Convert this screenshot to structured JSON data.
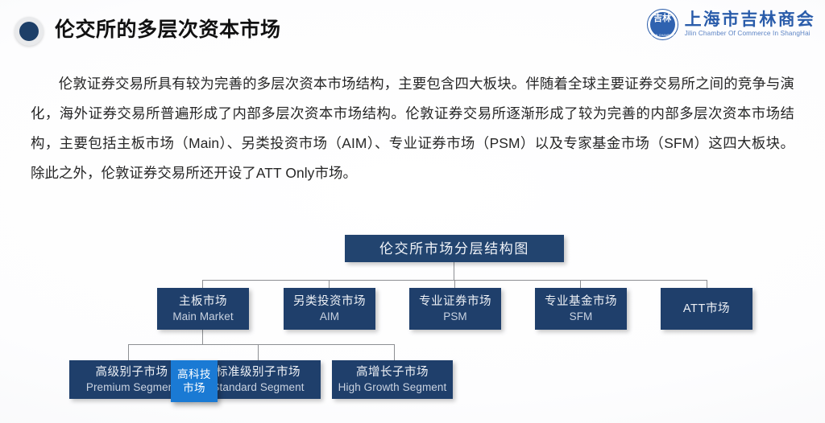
{
  "header": {
    "title": "伦交所的多层次资本市场",
    "bullet_icon": "filled-circle-icon"
  },
  "logo": {
    "seal_glyph": "吉林",
    "seal_sub": "JILIN CHAMBER",
    "name_cn": "上海市吉林商会",
    "name_en": "Jilin Chamber Of Commerce In ShangHai",
    "color": "#2a5caa"
  },
  "body": {
    "paragraph": "伦敦证券交易所具有较为完善的多层次资本市场结构，主要包含四大板块。伴随着全球主要证券交易所之间的竞争与演化，海外证券交易所普遍形成了内部多层次资本市场结构。伦敦证券交易所逐渐形成了较为完善的内部多层次资本市场结构，主要包括主板市场（Main）、另类投资市场（AIM）、专业证券市场（PSM）以及专家基金市场（SFM）这四大板块。除此之外，伦敦证券交易所还开设了ATT Only市场。"
  },
  "diagram": {
    "root": {
      "cn": "伦交所市场分层结构图"
    },
    "level2": [
      {
        "cn": "主板市场",
        "en": "Main Market"
      },
      {
        "cn": "另类投资市场",
        "en": "AIM"
      },
      {
        "cn": "专业证券市场",
        "en": "PSM"
      },
      {
        "cn": "专业基金市场",
        "en": "SFM"
      },
      {
        "cn": "ATT市场",
        "en": ""
      }
    ],
    "level3": [
      {
        "cn": "高级别子市场",
        "en": "Premium Segment"
      },
      {
        "cn": "标准级别子市场",
        "en": "Standard Segment"
      },
      {
        "cn": "高增长子市场",
        "en": "High Growth Segment"
      }
    ],
    "highlight": {
      "cn_line1": "高科技",
      "cn_line2": "市场",
      "color": "#1a7ad4"
    },
    "node_color": "#1f3f6b",
    "connector_color": "#8d8f93"
  }
}
